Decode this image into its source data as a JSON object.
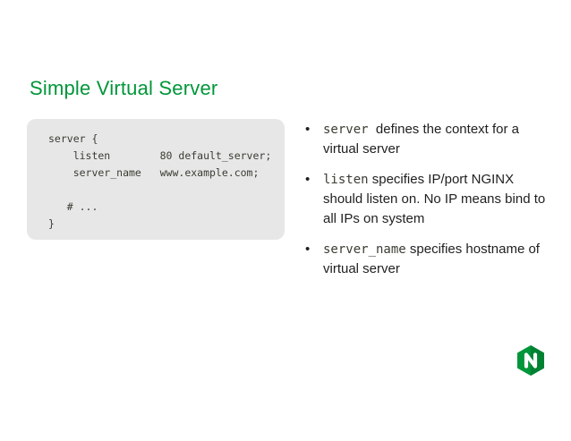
{
  "colors": {
    "background": "#ffffff",
    "title_green": "#009639",
    "code_bg": "#e7e7e7",
    "code_text": "#3c3c34",
    "body_text": "#1f1f1f",
    "mono_text": "#3c3c34",
    "nginx_green": "#009639",
    "nginx_green_dark": "#00springfield"
  },
  "title": "Simple Virtual Server",
  "code": {
    "content": "server {\n    listen        80 default_server;\n    server_name   www.example.com;\n\n   # ...\n}"
  },
  "bullets": [
    {
      "mono": "server",
      "rest": "  defines the context for a virtual server"
    },
    {
      "mono": "listen",
      "rest": " specifies IP/port NGINX should listen on. No IP means bind to all IPs on system"
    },
    {
      "mono": "server_name",
      "rest": " specifies hostname of virtual server"
    }
  ],
  "icons": {
    "nginx_logo": "green hexagon with white letter N"
  }
}
